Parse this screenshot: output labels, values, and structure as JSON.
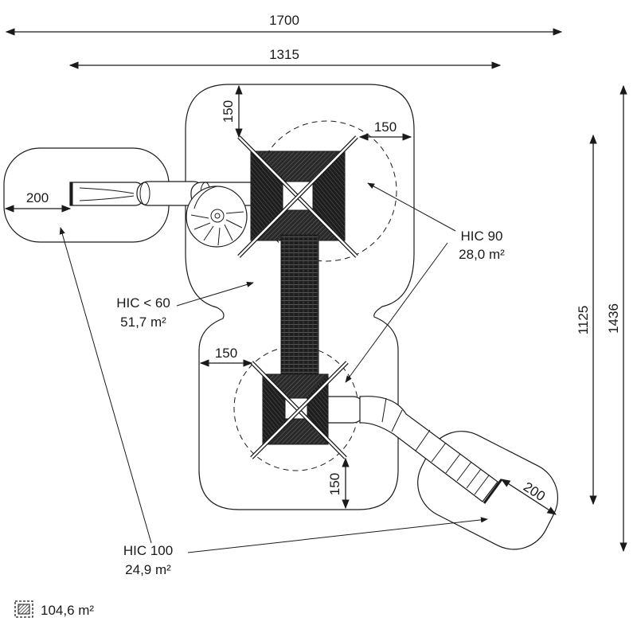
{
  "dimensions": {
    "overall_width": "1700",
    "inner_width": "1315",
    "overall_height": "1436",
    "inner_height": "1125",
    "clearance_top": "150",
    "clearance_top_right": "150",
    "clearance_left_slide": "200",
    "clearance_lower_left": "150",
    "clearance_bottom": "150",
    "clearance_right_slide": "200"
  },
  "zones": {
    "hic_90_label": "HIC 90",
    "hic_90_area": "28,0 m²",
    "hic_60_label": "HIC < 60",
    "hic_60_area": "51,7 m²",
    "hic_100_label": "HIC 100",
    "hic_100_area": "24,9 m²"
  },
  "legend": {
    "total_area": "104,6 m²",
    "icon": "hatched-square-icon"
  }
}
